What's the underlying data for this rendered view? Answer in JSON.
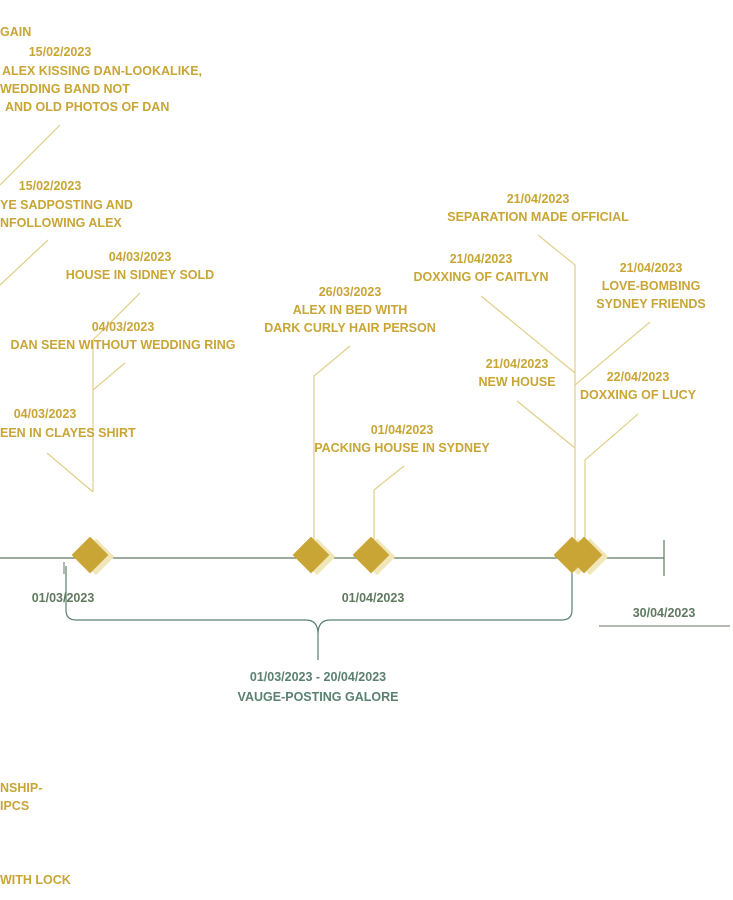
{
  "colors": {
    "event": "#c8a535",
    "connector": "#e0cf8a",
    "axis": "#5f7a5f",
    "bracket": "#5a8070",
    "shadow": "#f1e6b8"
  },
  "offscreen_top": {
    "line1": "GAIN"
  },
  "events": [
    {
      "id": "e1",
      "date": "15/02/2023",
      "lines": [
        "ALEX KISSING DAN-LOOKALIKE,",
        "WEDDING BAND NOT",
        "AND OLD PHOTOS OF DAN"
      ]
    },
    {
      "id": "e2",
      "date": "15/02/2023",
      "lines": [
        "YE SADPOSTING AND",
        "NFOLLOWING ALEX"
      ]
    },
    {
      "id": "e3",
      "date": "04/03/2023",
      "lines": [
        "HOUSE IN SIDNEY SOLD"
      ]
    },
    {
      "id": "e4",
      "date": "04/03/2023",
      "lines": [
        "DAN SEEN WITHOUT WEDDING RING"
      ]
    },
    {
      "id": "e5",
      "date": "04/03/2023",
      "lines": [
        "EEN IN CLAYES SHIRT"
      ]
    },
    {
      "id": "e6",
      "date": "26/03/2023",
      "lines": [
        "ALEX IN BED WITH",
        "DARK CURLY HAIR PERSON"
      ]
    },
    {
      "id": "e7",
      "date": "01/04/2023",
      "lines": [
        "PACKING HOUSE IN SYDNEY"
      ]
    },
    {
      "id": "e8",
      "date": "21/04/2023",
      "lines": [
        "SEPARATION MADE OFFICIAL"
      ]
    },
    {
      "id": "e9",
      "date": "21/04/2023",
      "lines": [
        "DOXXING OF CAITLYN"
      ]
    },
    {
      "id": "e10",
      "date": "21/04/2023",
      "lines": [
        "LOVE-BOMBING",
        "SYDNEY FRIENDS"
      ]
    },
    {
      "id": "e11",
      "date": "21/04/2023",
      "lines": [
        "NEW HOUSE"
      ]
    },
    {
      "id": "e12",
      "date": "22/04/2023",
      "lines": [
        "DOXXING OF LUCY"
      ]
    }
  ],
  "axis": {
    "start_label": "01/03/2023",
    "mid_label": "01/04/2023",
    "end_label": "30/04/2023"
  },
  "range": {
    "dates": "01/03/2023 - 20/04/2023",
    "label": "VAUGE-POSTING GALORE"
  },
  "bottom_fragments": {
    "f1_line1": "NSHIP-",
    "f1_line2": "IPCS",
    "f2_line1": "WITH LOCK"
  }
}
